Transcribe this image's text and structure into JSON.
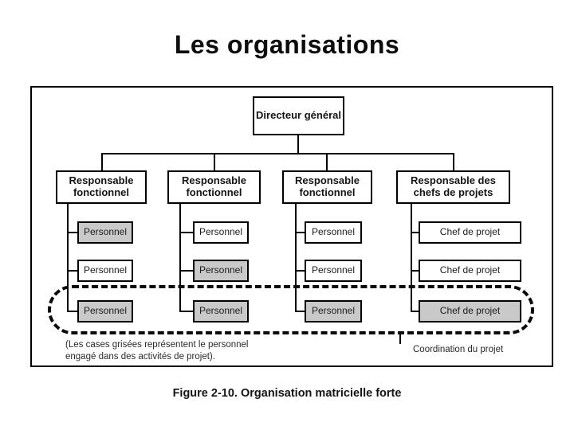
{
  "slide": {
    "title": "Les organisations"
  },
  "figure": {
    "caption": "Figure 2-10. Organisation matricielle forte",
    "note_line1": "(Les cases grisées représentent le personnel",
    "note_line2": "engagé dans des activités de projet).",
    "coordination_label": "Coordination du projet"
  },
  "org_chart": {
    "root": "Directeur général",
    "columns": [
      {
        "header": "Responsable fonctionnel",
        "cells": [
          {
            "label": "Personnel",
            "shaded": true
          },
          {
            "label": "Personnel",
            "shaded": false
          },
          {
            "label": "Personnel",
            "shaded": true
          }
        ]
      },
      {
        "header": "Responsable fonctionnel",
        "cells": [
          {
            "label": "Personnel",
            "shaded": false
          },
          {
            "label": "Personnel",
            "shaded": true
          },
          {
            "label": "Personnel",
            "shaded": true
          }
        ]
      },
      {
        "header": "Responsable fonctionnel",
        "cells": [
          {
            "label": "Personnel",
            "shaded": false
          },
          {
            "label": "Personnel",
            "shaded": false
          },
          {
            "label": "Personnel",
            "shaded": true
          }
        ]
      },
      {
        "header": "Responsable des chefs de projets",
        "cells": [
          {
            "label": "Chef de projet",
            "shaded": false
          },
          {
            "label": "Chef de projet",
            "shaded": false
          },
          {
            "label": "Chef de projet",
            "shaded": true
          }
        ]
      }
    ]
  },
  "colors": {
    "shaded_fill": "#c9c9c9",
    "line": "#000000"
  }
}
